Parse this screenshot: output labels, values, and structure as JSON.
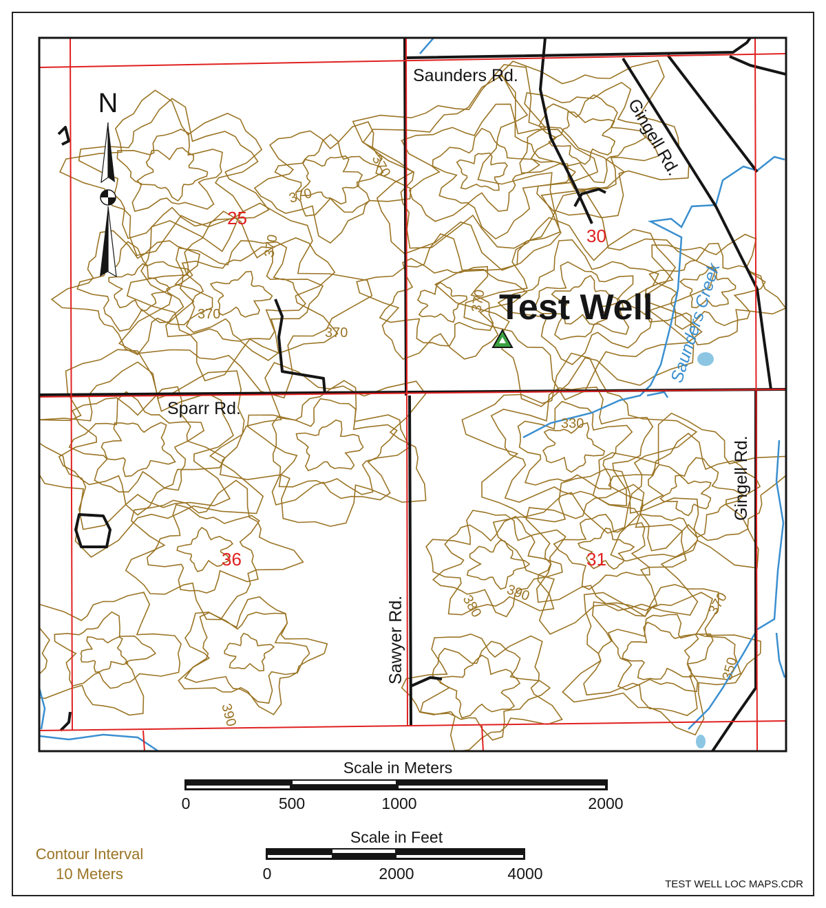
{
  "map": {
    "well_label": "Test Well",
    "roads": {
      "saunders": "Saunders Rd.",
      "gingell_north": "Gingell Rd.",
      "gingell_south": "Gingell Rd.",
      "sparr": "Sparr Rd.",
      "sawyer": "Sawyer Rd."
    },
    "creek": "Saunders Creek",
    "sections": [
      "25",
      "30",
      "36",
      "31"
    ],
    "contour_labels": [
      "370",
      "370",
      "370",
      "370",
      "370",
      "370",
      "370",
      "330",
      "380",
      "390",
      "370",
      "350",
      "390"
    ],
    "north_label": "N"
  },
  "scale_meters": {
    "title": "Scale in Meters",
    "ticks": [
      "0",
      "500",
      "1000",
      "2000"
    ]
  },
  "scale_feet": {
    "title": "Scale in Feet",
    "ticks": [
      "0",
      "2000",
      "4000"
    ]
  },
  "contour_interval": {
    "line1": "Contour Interval",
    "line2": "10 Meters"
  },
  "file_name": "TEST WELL LOC MAPS.CDR",
  "colors": {
    "contour": "#9a7424",
    "section": "#e02020",
    "road": "#151515",
    "water": "#3a8fd0",
    "well": "#3aa040"
  }
}
